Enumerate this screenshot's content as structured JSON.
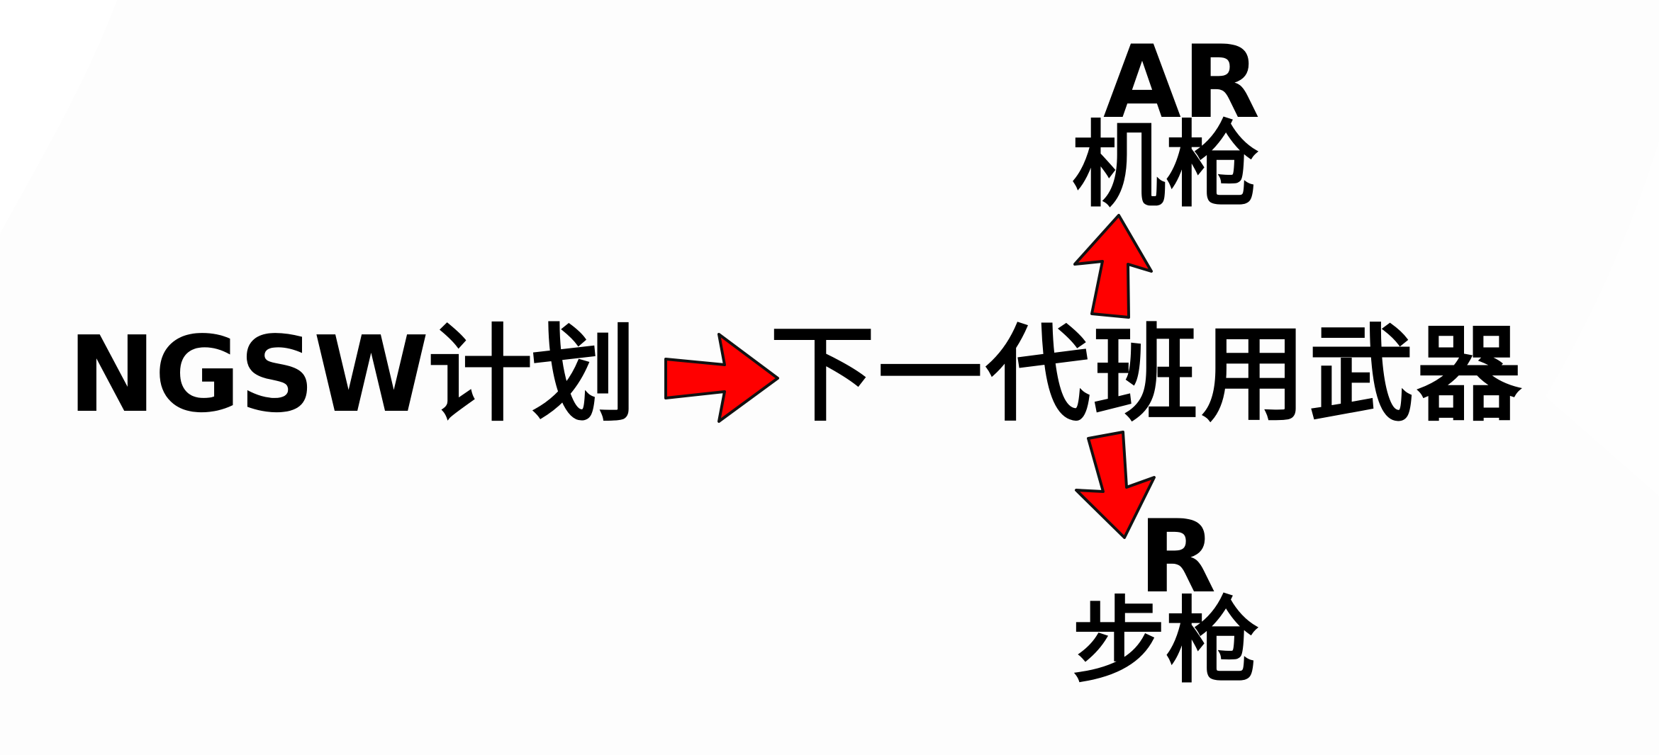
{
  "colors": {
    "background": "#fdfdfd",
    "background_blob": "#ffffff",
    "text": "#000000",
    "arrow_fill": "#ff0000",
    "arrow_stroke": "#111111"
  },
  "source": {
    "label": "NGSW计划"
  },
  "target": {
    "label": "下一代班用武器"
  },
  "branches": [
    {
      "direction": "up",
      "code": "AR",
      "name": "机枪"
    },
    {
      "direction": "down",
      "code": "R",
      "name": "步枪"
    }
  ],
  "arrows": [
    {
      "name": "right-arrow",
      "from": "source",
      "to": "target",
      "icon": "arrow-right-icon"
    },
    {
      "name": "up-arrow",
      "from": "target",
      "to": "branches.0",
      "icon": "arrow-up-icon"
    },
    {
      "name": "down-arrow",
      "from": "target",
      "to": "branches.1",
      "icon": "arrow-down-icon"
    }
  ]
}
